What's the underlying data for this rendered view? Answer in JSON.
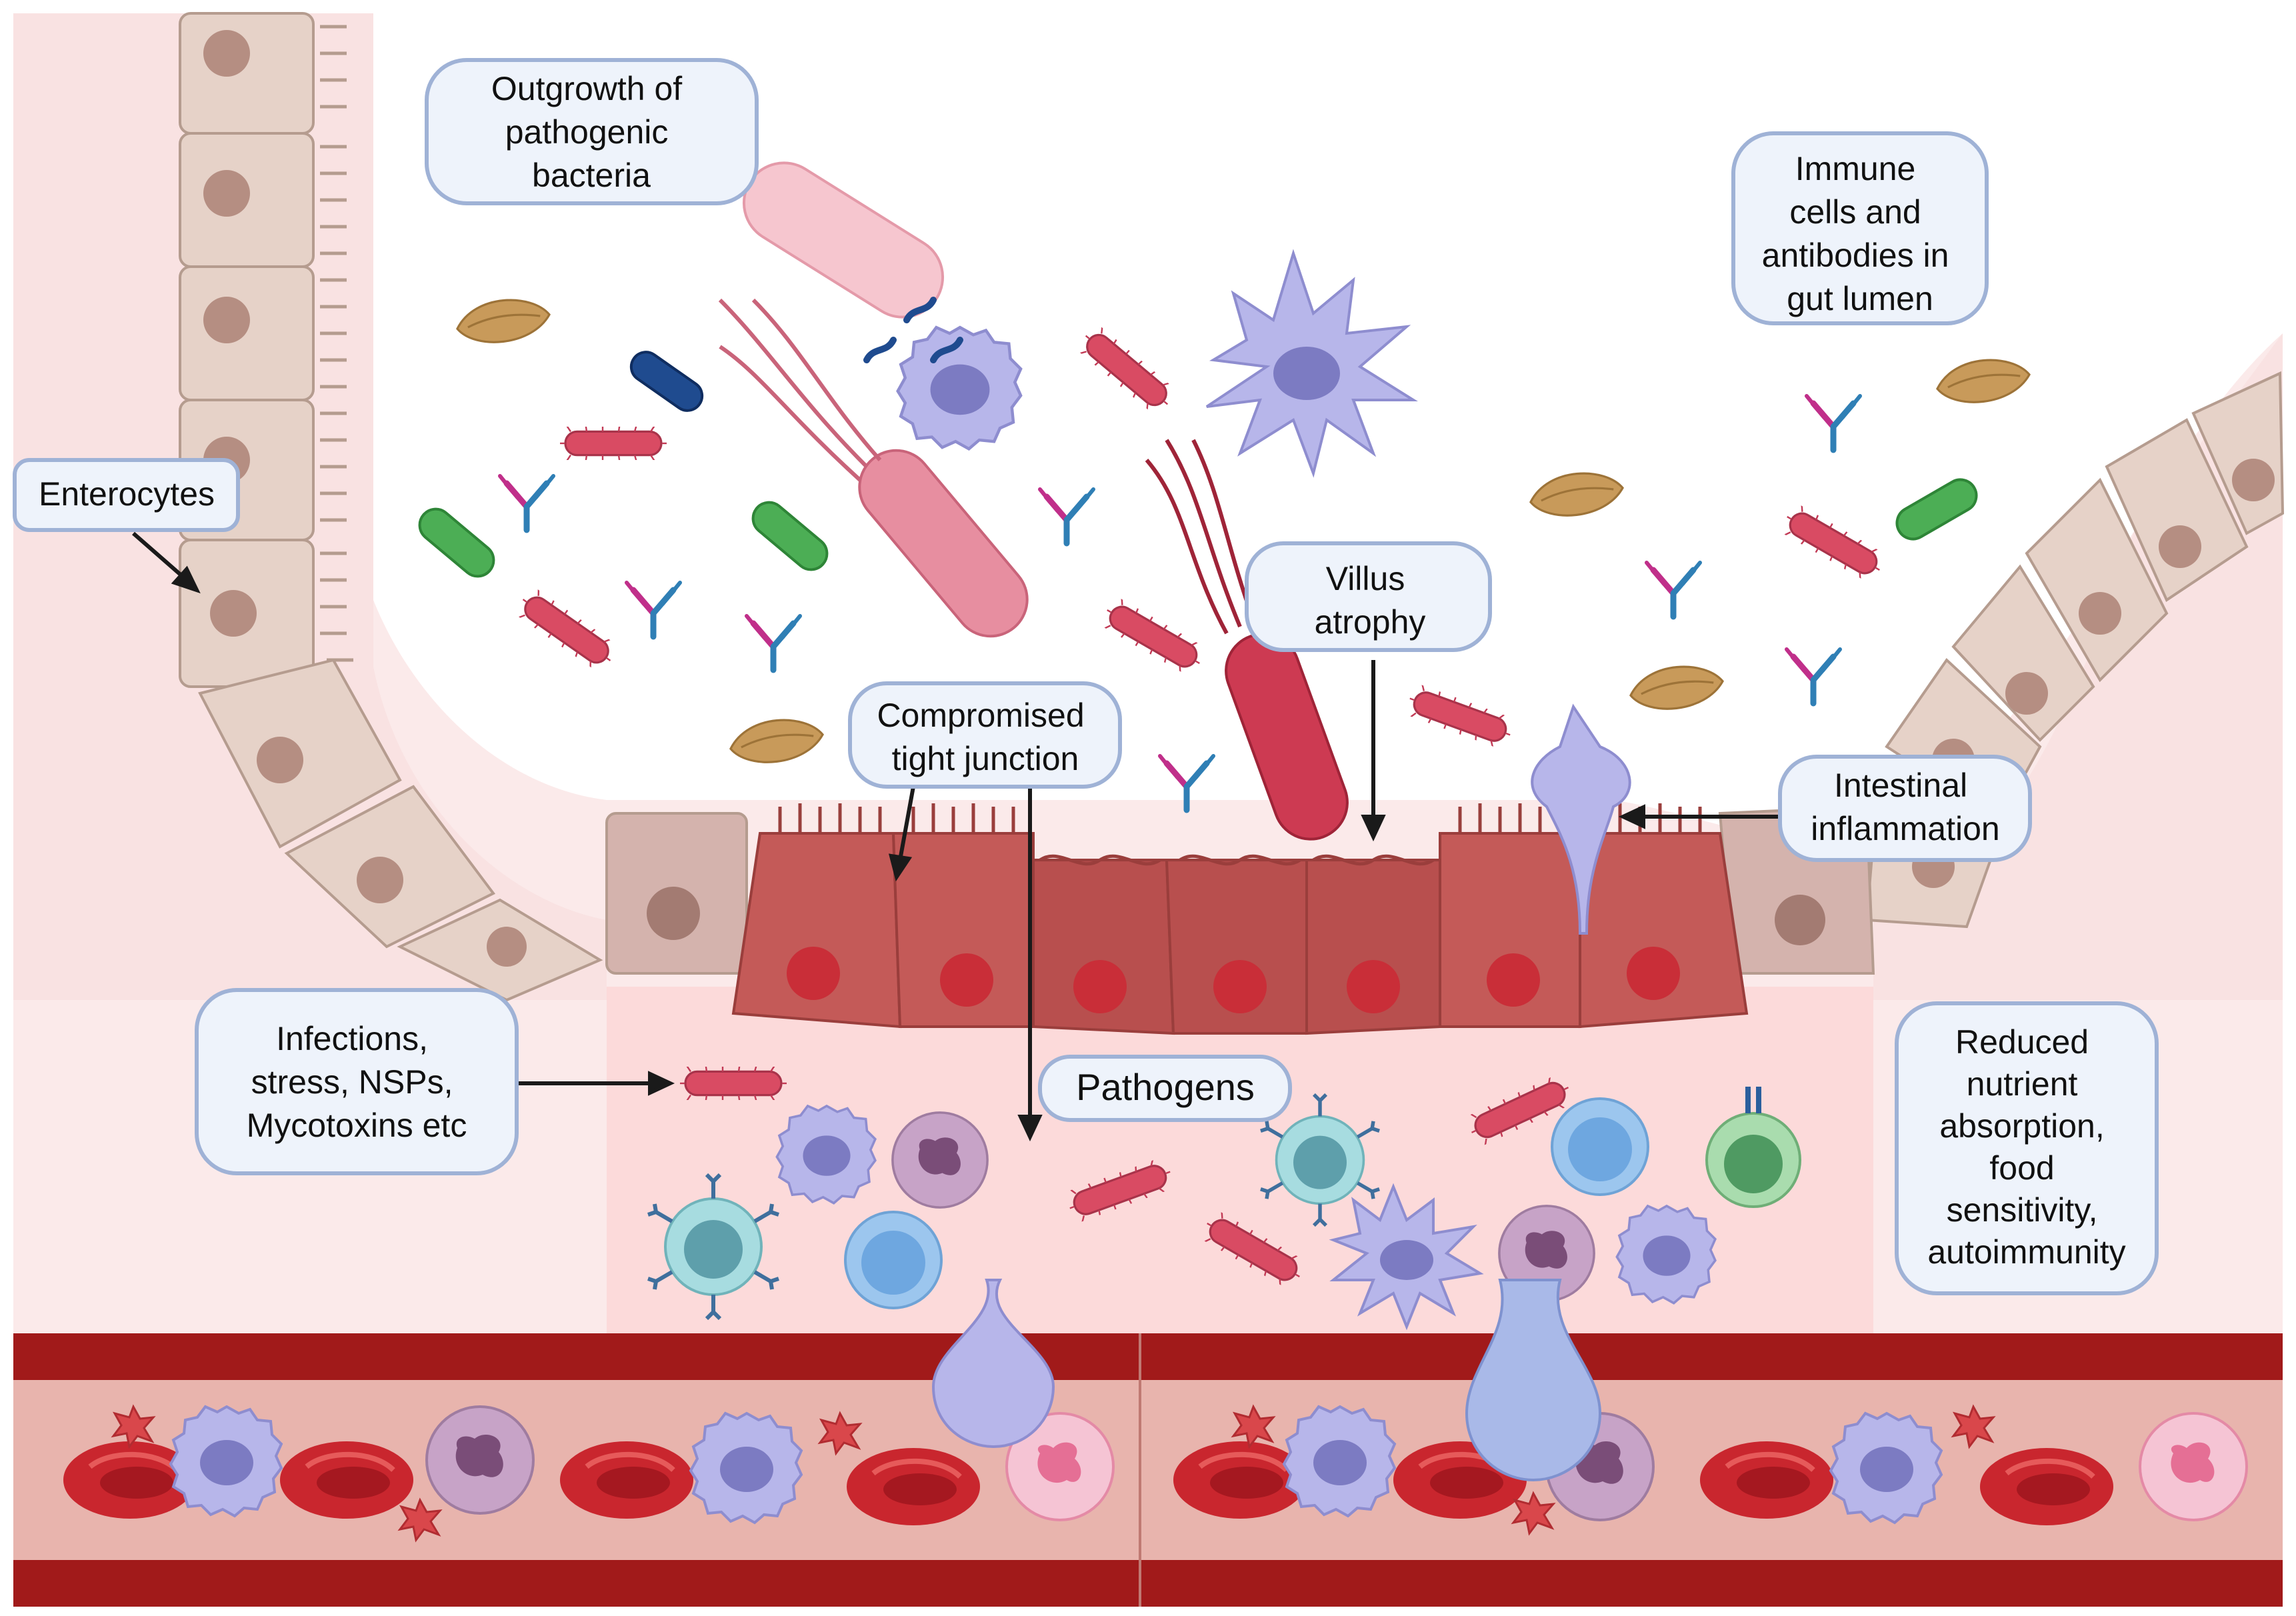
{
  "colors": {
    "enterocyte_healthy": "#e6d2c8",
    "enterocyte_damaged": "#c45a58",
    "nucleus": "#b58e82",
    "lamina": "#fcdada",
    "vessel_wall": "#a11a1a",
    "vessel_lumen": "#e8b4ad",
    "rbc": "#c9262e",
    "callout_fill": "#eef3fb",
    "callout_stroke": "#9fb2d6"
  },
  "labels": {
    "outgrowth": [
      "Outgrowth of",
      "pathogenic",
      "bacteria"
    ],
    "immune": [
      "Immune",
      "cells and",
      "antibodies in",
      "gut lumen"
    ],
    "enterocytes": [
      "Enterocytes"
    ],
    "villus": [
      "Villus",
      "atrophy"
    ],
    "tight_junction": [
      "Compromised",
      "tight junction"
    ],
    "inflammation": [
      "Intestinal",
      "inflammation"
    ],
    "infections": [
      "Infections,",
      "stress, NSPs,",
      "Mycotoxins etc"
    ],
    "pathogens": [
      "Pathogens"
    ],
    "reduced": [
      "Reduced",
      "nutrient",
      "absorption,",
      "food",
      "sensitivity,",
      "autoimmunity"
    ]
  },
  "icons": [
    "enterocyte-cell-icon",
    "rod-bacterium-icon",
    "flagellated-bacterium-icon",
    "antibody-icon",
    "feed-grain-icon",
    "macrophage-icon",
    "dendritic-cell-icon",
    "lymphocyte-icon",
    "neutrophil-icon",
    "red-blood-cell-icon",
    "platelet-icon"
  ]
}
